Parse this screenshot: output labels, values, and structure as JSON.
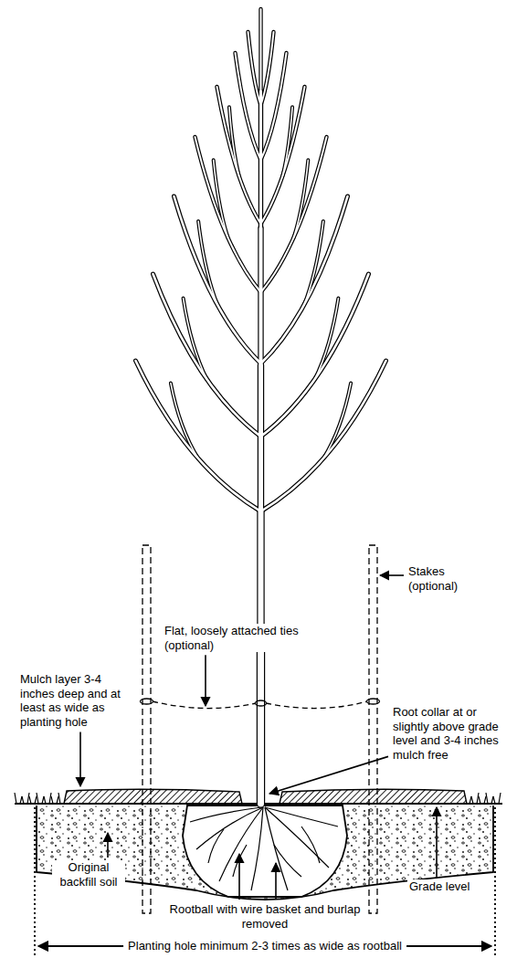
{
  "diagram": {
    "labels": [
      "Flat, loosely attached ties (optional)",
      "Stakes (optional)",
      "Mulch layer 3-4 inches deep and at least as wide as planting hole",
      "Root collar at or slightly above grade level and 3-4 inches mulch free",
      "Original backfill soil",
      "Rootball with wire basket and burlap removed",
      "Grade level",
      "Planting hole minimum 2-3 times as wide as rootball"
    ]
  }
}
